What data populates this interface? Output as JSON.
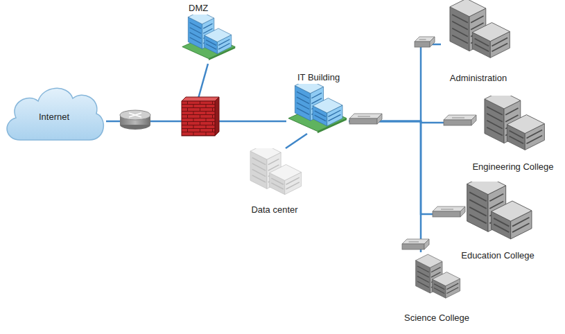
{
  "diagram": {
    "nodes": [
      {
        "text": [
          "Internet"
        ]
      },
      {
        "text": [
          "DMZ"
        ]
      },
      {
        "text": [
          "IT Building"
        ]
      },
      {
        "text": [
          "Data center"
        ]
      },
      {
        "text": [
          "Administration"
        ]
      },
      {
        "text": [
          "Engineering College"
        ]
      },
      {
        "text": [
          "Education College"
        ]
      },
      {
        "text": [
          "Science College"
        ]
      }
    ],
    "edges": [
      {
        "from": 0,
        "to": 2,
        "arrow": "none"
      },
      {
        "from": 2,
        "to": 3,
        "arrow": "none"
      },
      {
        "from": 2,
        "to": 4,
        "arrow": "none"
      },
      {
        "from": 2,
        "to": 5,
        "arrow": "none"
      },
      {
        "from": 2,
        "to": 6,
        "arrow": "none"
      },
      {
        "from": 2,
        "to": 7,
        "arrow": "none"
      }
    ]
  }
}
